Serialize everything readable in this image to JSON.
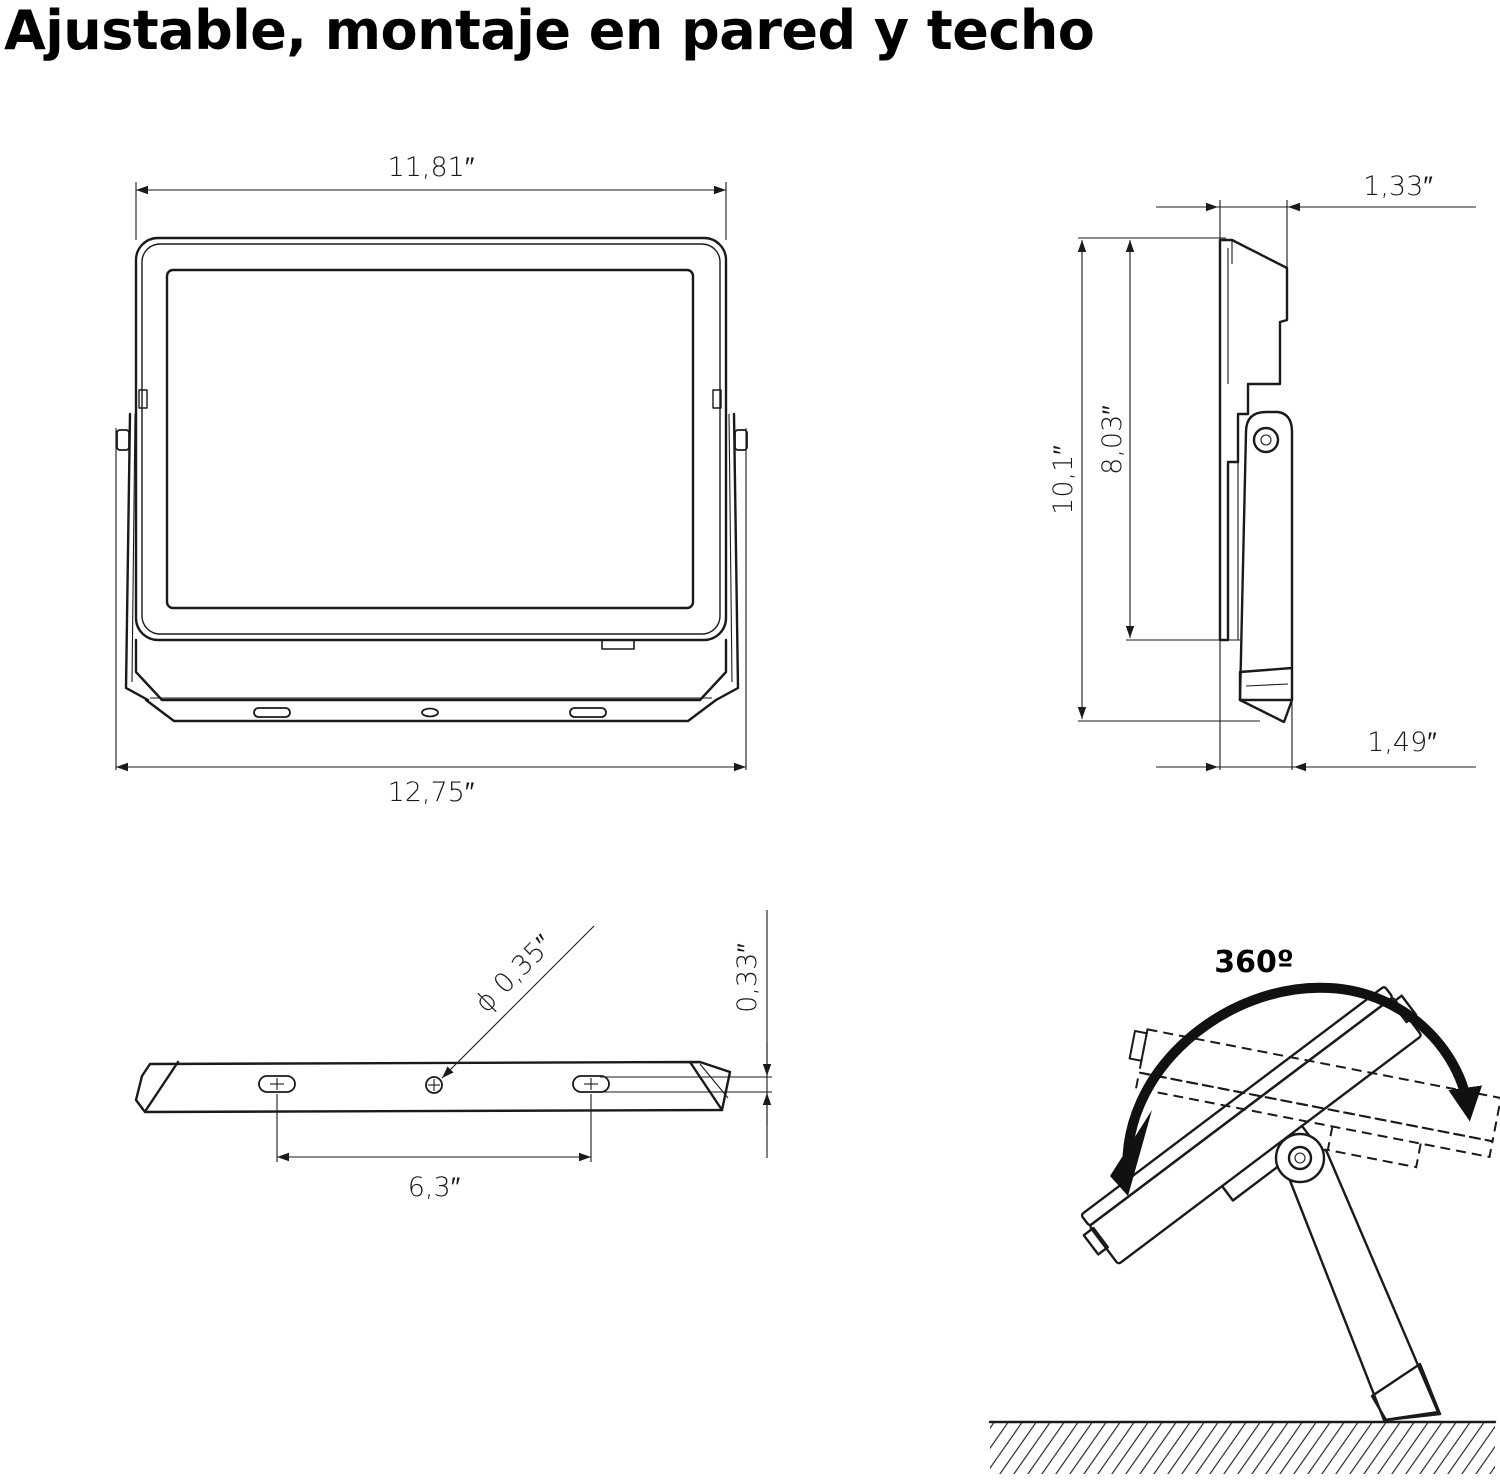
{
  "title": "Ajustable, montaje en pared y techo",
  "dimensions": {
    "front_top_width": "11,81″",
    "front_bottom_width": "12,75″",
    "side_top_depth": "1,33″",
    "side_bottom_depth": "1,49″",
    "side_total_height": "10,1″",
    "side_body_height": "8,03″",
    "bracket_hole_diameter": "ϕ 0,35″",
    "bracket_slot_height": "0,33″",
    "bracket_hole_spacing": "6,3″"
  },
  "rotation": {
    "label": "360º"
  },
  "icons": {
    "arrowhead": "arrow-icon",
    "pivot": "pivot-bolt-icon",
    "ground": "ground-hatch-icon"
  },
  "colors": {
    "line": "#1a1a1a",
    "background": "#ffffff"
  }
}
